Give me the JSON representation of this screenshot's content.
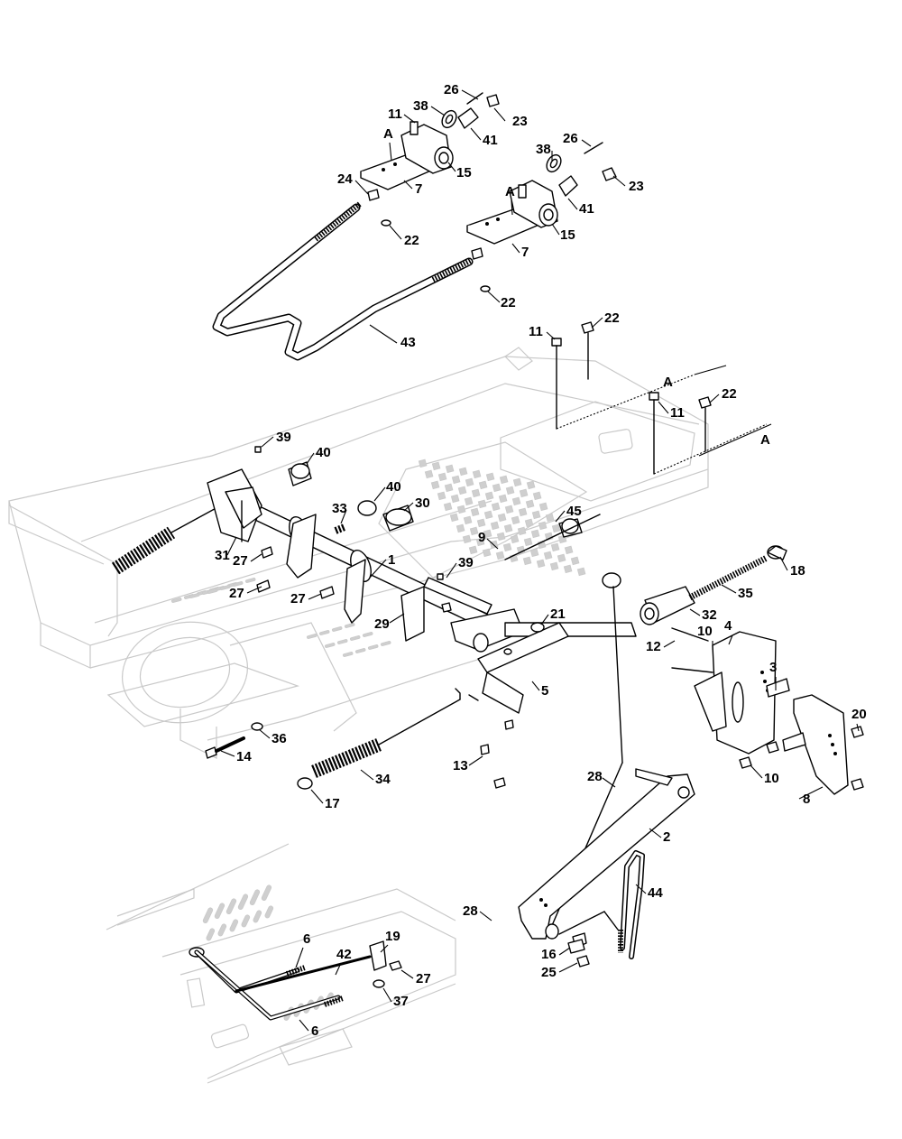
{
  "callouts": {
    "c1": "1",
    "c2": "2",
    "c3": "3",
    "c4": "4",
    "c5": "5",
    "c6a": "6",
    "c6b": "6",
    "c7a": "7",
    "c7b": "7",
    "c8": "8",
    "c9": "9",
    "c10a": "10",
    "c10b": "10",
    "c11a": "11",
    "c11b": "11",
    "c11c": "11",
    "c12": "12",
    "c13": "13",
    "c14": "14",
    "c15a": "15",
    "c15b": "15",
    "c16": "16",
    "c17": "17",
    "c18": "18",
    "c19": "19",
    "c20": "20",
    "c21": "21",
    "c22a": "22",
    "c22b": "22",
    "c22c": "22",
    "c22d": "22",
    "c23a": "23",
    "c23b": "23",
    "c24": "24",
    "c25": "25",
    "c26a": "26",
    "c26b": "26",
    "c27a": "27",
    "c27b": "27",
    "c27c": "27",
    "c27d": "27",
    "c28a": "28",
    "c28b": "28",
    "c29": "29",
    "c30": "30",
    "c31": "31",
    "c32": "32",
    "c33": "33",
    "c34": "34",
    "c35": "35",
    "c36": "36",
    "c37": "37",
    "c38a": "38",
    "c38b": "38",
    "c39a": "39",
    "c39b": "39",
    "c40a": "40",
    "c40b": "40",
    "c41a": "41",
    "c41b": "41",
    "c42": "42",
    "c43": "43",
    "c44": "44",
    "c45": "45",
    "refA1": "A",
    "refA2": "A",
    "refA3": "A",
    "refA4": "A"
  }
}
